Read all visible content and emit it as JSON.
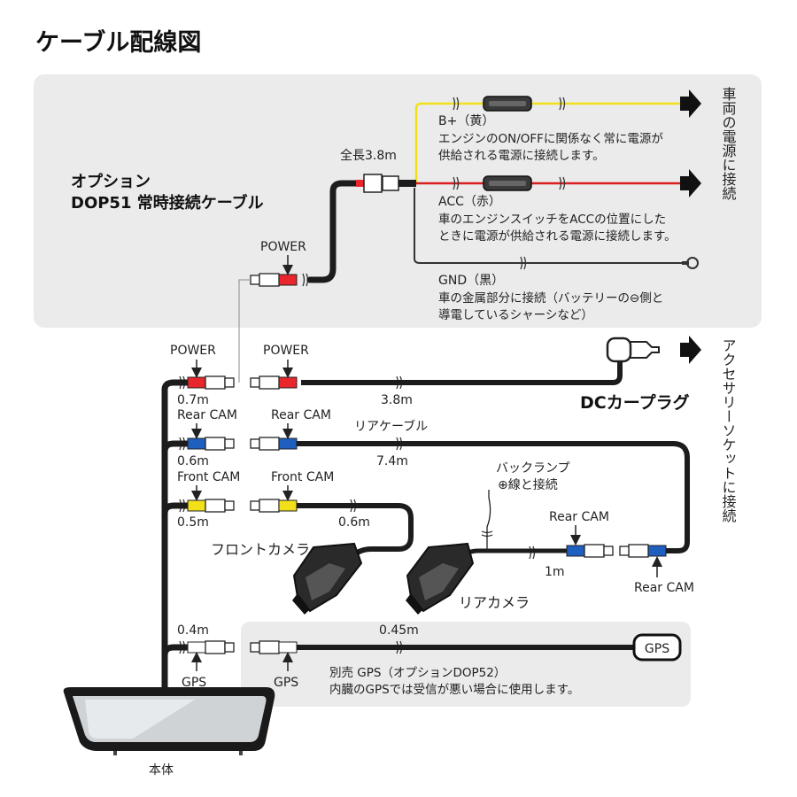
{
  "title": "ケーブル配線図",
  "option": {
    "line1": "オプション",
    "line2": "DOP51 常時接続ケーブル"
  },
  "total_length": "全長3.8m",
  "b_plus": {
    "label": "B+（黄）",
    "desc1": "エンジンのON/OFFに関係なく常に電源が",
    "desc2": "供給される電源に接続します。"
  },
  "acc": {
    "label": "ACC（赤）",
    "desc1": "車のエンジンスイッチをACCの位置にした",
    "desc2": "ときに電源が供給される電源に接続します。"
  },
  "gnd": {
    "label": "GND（黒）",
    "desc1": "車の金属部分に接続（バッテリーの⊖側と",
    "desc2": "導電しているシャーシなど）"
  },
  "vehicle_power": "車両の電源に接続",
  "accessory_socket": "アクセサリーソケットに接続",
  "dc_plug": "DCカープラグ",
  "power_label": "POWER",
  "rear_cam_label": "Rear CAM",
  "front_cam_label": "Front CAM",
  "gps_label": "GPS",
  "lengths": {
    "power_body": "0.7m",
    "power_cable": "3.8m",
    "rear_body": "0.6m",
    "rear_cable": "7.4m",
    "front_body": "0.5m",
    "front_cable": "0.6m",
    "rear_cam_cable": "1m",
    "gps_body": "0.4m",
    "gps_cable": "0.45m"
  },
  "rear_cable_name": "リアケーブル",
  "back_lamp": {
    "line1": "バックランプ",
    "line2": "⊕線と接続"
  },
  "front_camera": "フロントカメラ",
  "rear_camera": "リアカメラ",
  "gps_box": "GPS",
  "gps_option": {
    "line1": "別売 GPS（オプションDOP52）",
    "line2": "内臓のGPSでは受信が悪い場合に使用します。"
  },
  "body": "本体",
  "colors": {
    "panel": "#ebebeb",
    "cable": "#1c1c1c",
    "power": "#e8262b",
    "rear": "#1f5fbf",
    "front": "#f2e11a",
    "gps": "#ffffff",
    "yellow_wire": "#f2e11a",
    "red_wire": "#d81e1e"
  }
}
